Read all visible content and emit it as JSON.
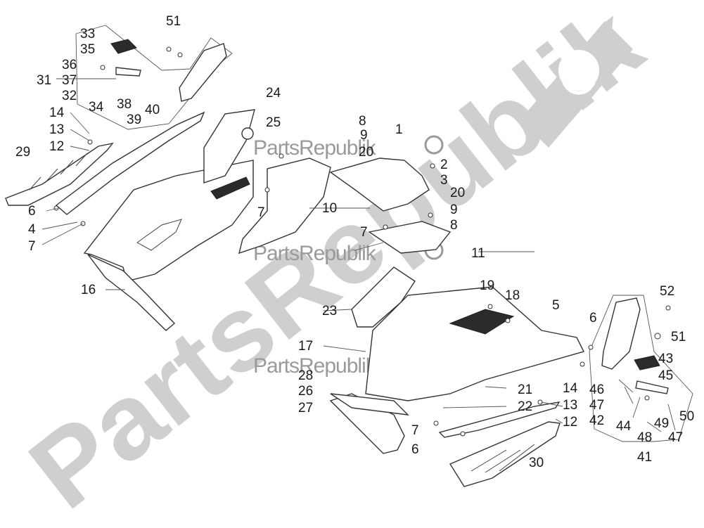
{
  "watermark": {
    "big_text": "PartsRepublik",
    "small_text": "PartsRepublik"
  },
  "callouts": [
    "51",
    "33",
    "35",
    "36",
    "37",
    "31",
    "32",
    "34",
    "38",
    "40",
    "39",
    "14",
    "13",
    "12",
    "29",
    "6",
    "4",
    "7",
    "16",
    "24",
    "25",
    "8",
    "9",
    "20",
    "1",
    "7",
    "10",
    "2",
    "3",
    "20",
    "9",
    "8",
    "7",
    "11",
    "19",
    "18",
    "23",
    "5",
    "6",
    "52",
    "51",
    "17",
    "28",
    "26",
    "27",
    "21",
    "22",
    "14",
    "13",
    "12",
    "7",
    "6",
    "30",
    "43",
    "45",
    "46",
    "47",
    "42",
    "44",
    "48",
    "49",
    "47",
    "50",
    "41"
  ],
  "colors": {
    "watermark": "#cfcfcf",
    "ink": "#1a1a1a"
  }
}
